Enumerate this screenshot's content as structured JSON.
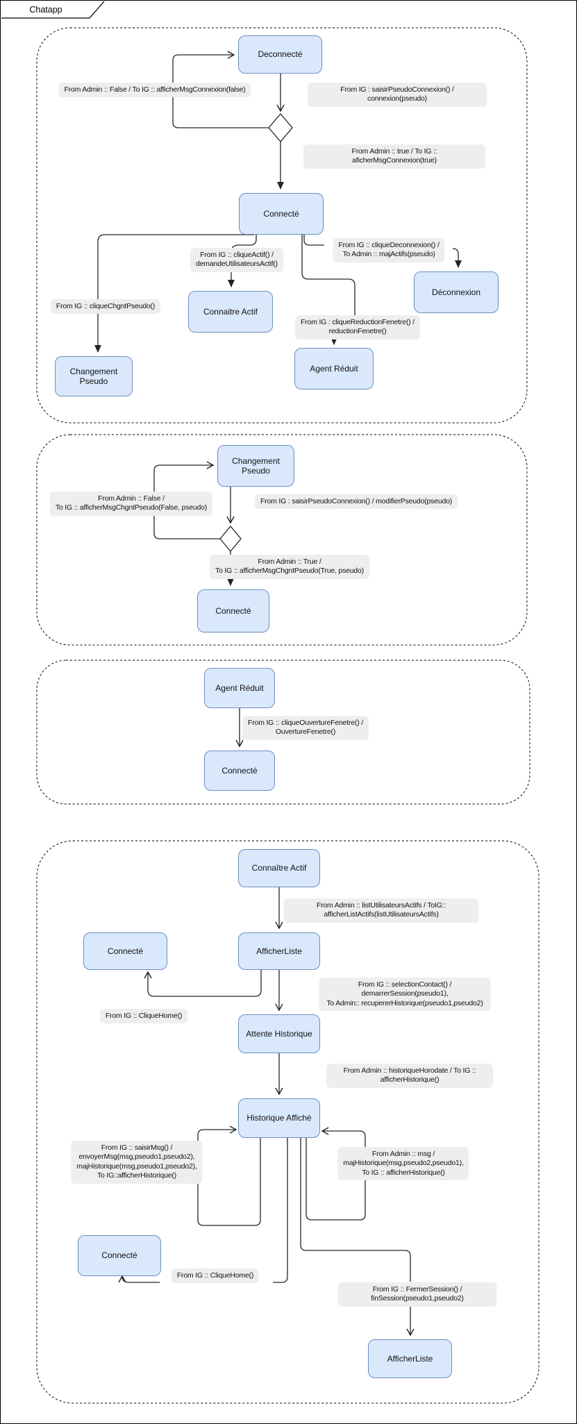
{
  "frame": {
    "title": "Chatapp"
  },
  "colors": {
    "state_fill": "#dae8fc",
    "state_border": "#6c8ebf",
    "label_bg": "#eeeeee",
    "edge": "#242424"
  },
  "section1": {
    "states": {
      "deconnecte": "Deconnecté",
      "connecte": "Connecté",
      "connaitre_actif": "Connaitre Actif",
      "deconnexion": "Déconnexion",
      "agent_reduit": "Agent Réduit",
      "changement_pseudo": "Changement Pseudo"
    },
    "transitions": {
      "admin_false": "From Admin :: False  / To IG :: afficherMsgConnexion(false)",
      "saisir_pseudo": "From IG : saisirPseudoConnexion() / connexion(pseudo)",
      "admin_true": "From Admin :: true  / To IG :: aficherMsgConnexion(true)",
      "clique_actif": "From IG :: cliqueActif() /\ndemandeUtilisateursActif()",
      "clique_deconnexion": "From IG :: cliqueDeconnexion() /\nTo Admin :: majActifs(pseudo)",
      "clique_reduction": "From IG : cliqueReductionFenetre() /\nreductionFenetre()",
      "clique_chgnt_pseudo": "From IG :: cliqueChgntPseudo()"
    }
  },
  "section2": {
    "states": {
      "changement_pseudo": "Changement Pseudo",
      "connecte": "Connecté"
    },
    "transitions": {
      "admin_false": "From Admin :: False /\nTo IG :: afficherMsgChgntPseudo(False, pseudo)",
      "saisir_pseudo": "From IG : saisirPseudoConnexion() / modifierPseudo(pseudo)",
      "admin_true": "From Admin :: True /\nTo IG :: afficherMsgChgntPseudo(True, pseudo)"
    }
  },
  "section3": {
    "states": {
      "agent_reduit": "Agent Réduit",
      "connecte": "Connecté"
    },
    "transitions": {
      "clique_ouverture": "From IG :: cliqueOuvertureFenetre() /\nOuvertureFenetre()"
    }
  },
  "section4": {
    "states": {
      "connaitre_actif": "Connaître Actif",
      "connecte_home": "Connecté",
      "afficher_liste": "AfficherListe",
      "attente_historique": "Attente Historique",
      "historique_affiche": "Historique Affiché",
      "connecte_home2": "Connecté",
      "afficher_liste_fin": "AfficherListe"
    },
    "transitions": {
      "list_actifs": "From Admin :: listUtilisateursActifs / ToIG:: afficherListActifs(listUtilisateursActifs)",
      "selection_contact": "From IG :: selectionContact() / demarrerSession(pseudo1),\nTo Admin:: recupererHistorique(pseudo1,pseudo2)",
      "clique_home": "From IG :: CliqueHome()",
      "historique_horodate": "From Admin :: historiqueHorodate / To IG :: afficherHistorique()",
      "saisir_msg": "From IG :: saisirMsg() /\nenvoyerMsg(msg,pseudo1,pseudo2),\nmajHistorique(msg,pseudo1,pseudo2),\nTo IG::afficherHistorique()",
      "admin_msg": "From Admin :: msg /\nmajHistorique(msg,pseudo2,pseudo1),\nTo IG :: afficherHistorique()",
      "clique_home2": "From IG :: CliqueHome()",
      "fermer_session": "From IG :: FermerSession() / finSession(pseudo1,pseudo2)"
    }
  }
}
